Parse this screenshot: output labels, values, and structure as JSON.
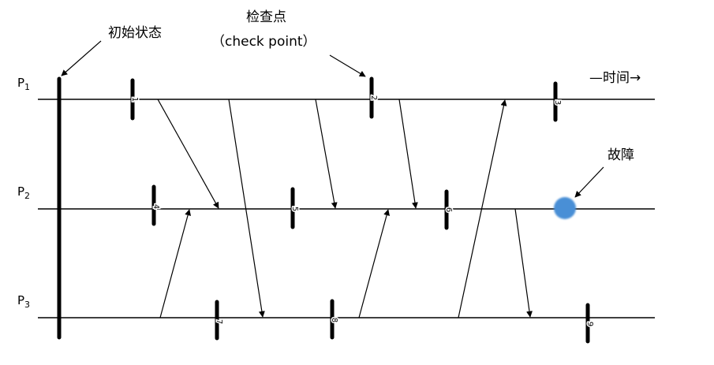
{
  "labels": {
    "initial_state": "初始状态",
    "checkpoint_cn": "检查点",
    "checkpoint_en": "（check point）",
    "time": "—时间→",
    "failure": "故障"
  },
  "processes": [
    {
      "letter": "P",
      "sub": "1"
    },
    {
      "letter": "P",
      "sub": "2"
    },
    {
      "letter": "P",
      "sub": "3"
    }
  ],
  "checkpoints": [
    {
      "num": "1",
      "process": 1
    },
    {
      "num": "2",
      "process": 1
    },
    {
      "num": "3",
      "process": 1
    },
    {
      "num": "4",
      "process": 2
    },
    {
      "num": "5",
      "process": 2
    },
    {
      "num": "6",
      "process": 2
    },
    {
      "num": "7",
      "process": 3
    },
    {
      "num": "8",
      "process": 3
    },
    {
      "num": "9",
      "process": 3
    }
  ],
  "messages": [
    {
      "from": 1,
      "to": 2
    },
    {
      "from": 1,
      "to": 3
    },
    {
      "from": 1,
      "to": 2
    },
    {
      "from": 1,
      "to": 2
    },
    {
      "from": 3,
      "to": 2
    },
    {
      "from": 3,
      "to": 2
    },
    {
      "from": 3,
      "to": 1
    },
    {
      "from": 2,
      "to": 3
    }
  ],
  "colors": {
    "line": "#000000",
    "failure": "#4a8fd6"
  }
}
